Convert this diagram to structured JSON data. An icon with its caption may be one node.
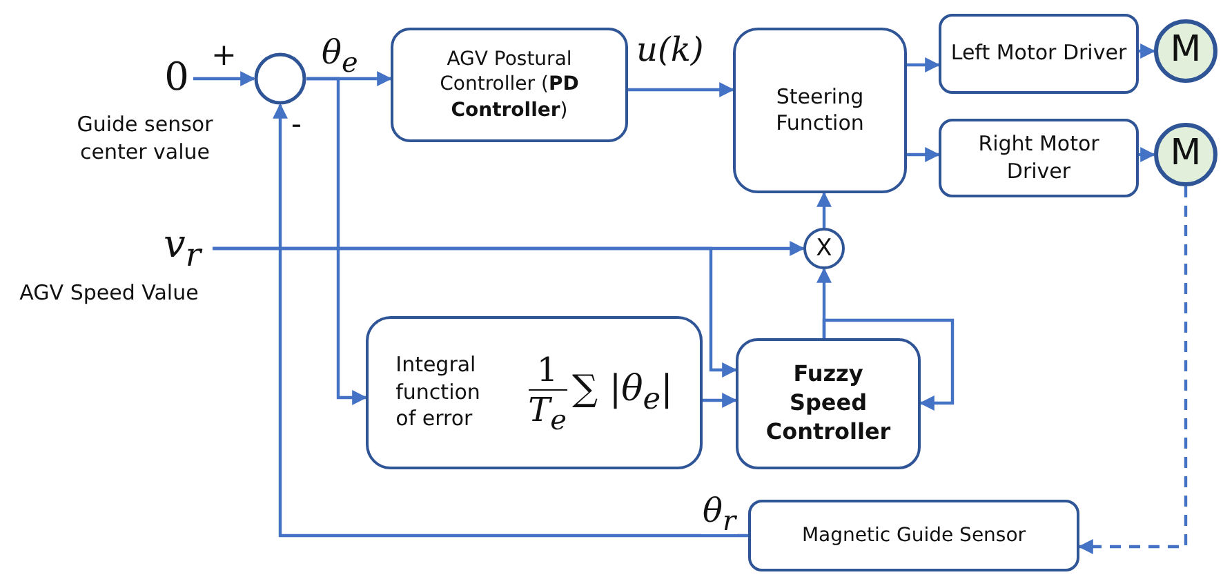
{
  "diagram": {
    "nodes": [
      {
        "text": [
          "0"
        ],
        "beside": [
          "Guide sensor center value"
        ]
      },
      {
        "text": [],
        "shape": "circle"
      },
      {
        "text": [
          "AGV Postural Controller (**PD Controller**)"
        ]
      },
      {
        "text": [
          "Steering Function"
        ]
      },
      {
        "text": [
          "Left Motor Driver"
        ]
      },
      {
        "text": [
          "Right Motor Driver"
        ]
      },
      {
        "text": [
          "M"
        ]
      },
      {
        "text": [
          "M"
        ]
      },
      {
        "text": [
          "v$_{r}$"
        ],
        "beside": [
          "AGV Speed Value"
        ]
      },
      {
        "text": [
          "X"
        ]
      },
      {
        "text": [
          "Integral function of error",
          "1",
          "T$_{e}$",
          "∑ |θ$_{e}$|"
        ]
      },
      {
        "text": [
          "Fuzzy Speed Controller"
        ]
      },
      {
        "text": [
          "Magnetic Guide Sensor"
        ]
      }
    ],
    "edges": [
      {
        "from": 0,
        "to": 1,
        "arrow": "to",
        "label": "+"
      },
      {
        "from": 1,
        "to": 2,
        "arrow": "to",
        "label": "θ$_{e}$"
      },
      {
        "from": 1,
        "to": 10,
        "arrow": "to"
      },
      {
        "from": 2,
        "to": 3,
        "arrow": "to",
        "label": "u(k)"
      },
      {
        "from": 3,
        "to": 4,
        "arrow": "to"
      },
      {
        "from": 3,
        "to": 5,
        "arrow": "to"
      },
      {
        "from": 4,
        "to": 6,
        "arrow": "to"
      },
      {
        "from": 5,
        "to": 7,
        "arrow": "to"
      },
      {
        "from": 8,
        "to": 9,
        "arrow": "to"
      },
      {
        "from": 8,
        "to": 11,
        "arrow": "to"
      },
      {
        "from": 10,
        "to": 11,
        "arrow": "to"
      },
      {
        "from": 11,
        "to": 9,
        "arrow": "to"
      },
      {
        "from": 11,
        "to": 11,
        "arrow": "to"
      },
      {
        "from": 9,
        "to": 3,
        "arrow": "to"
      },
      {
        "from": 7,
        "to": 12,
        "arrow": "to",
        "style": "dashed"
      },
      {
        "from": 12,
        "to": 1,
        "arrow": "to",
        "label": "θ$_{r}$"
      }
    ],
    "labels": [
      "-"
    ]
  }
}
